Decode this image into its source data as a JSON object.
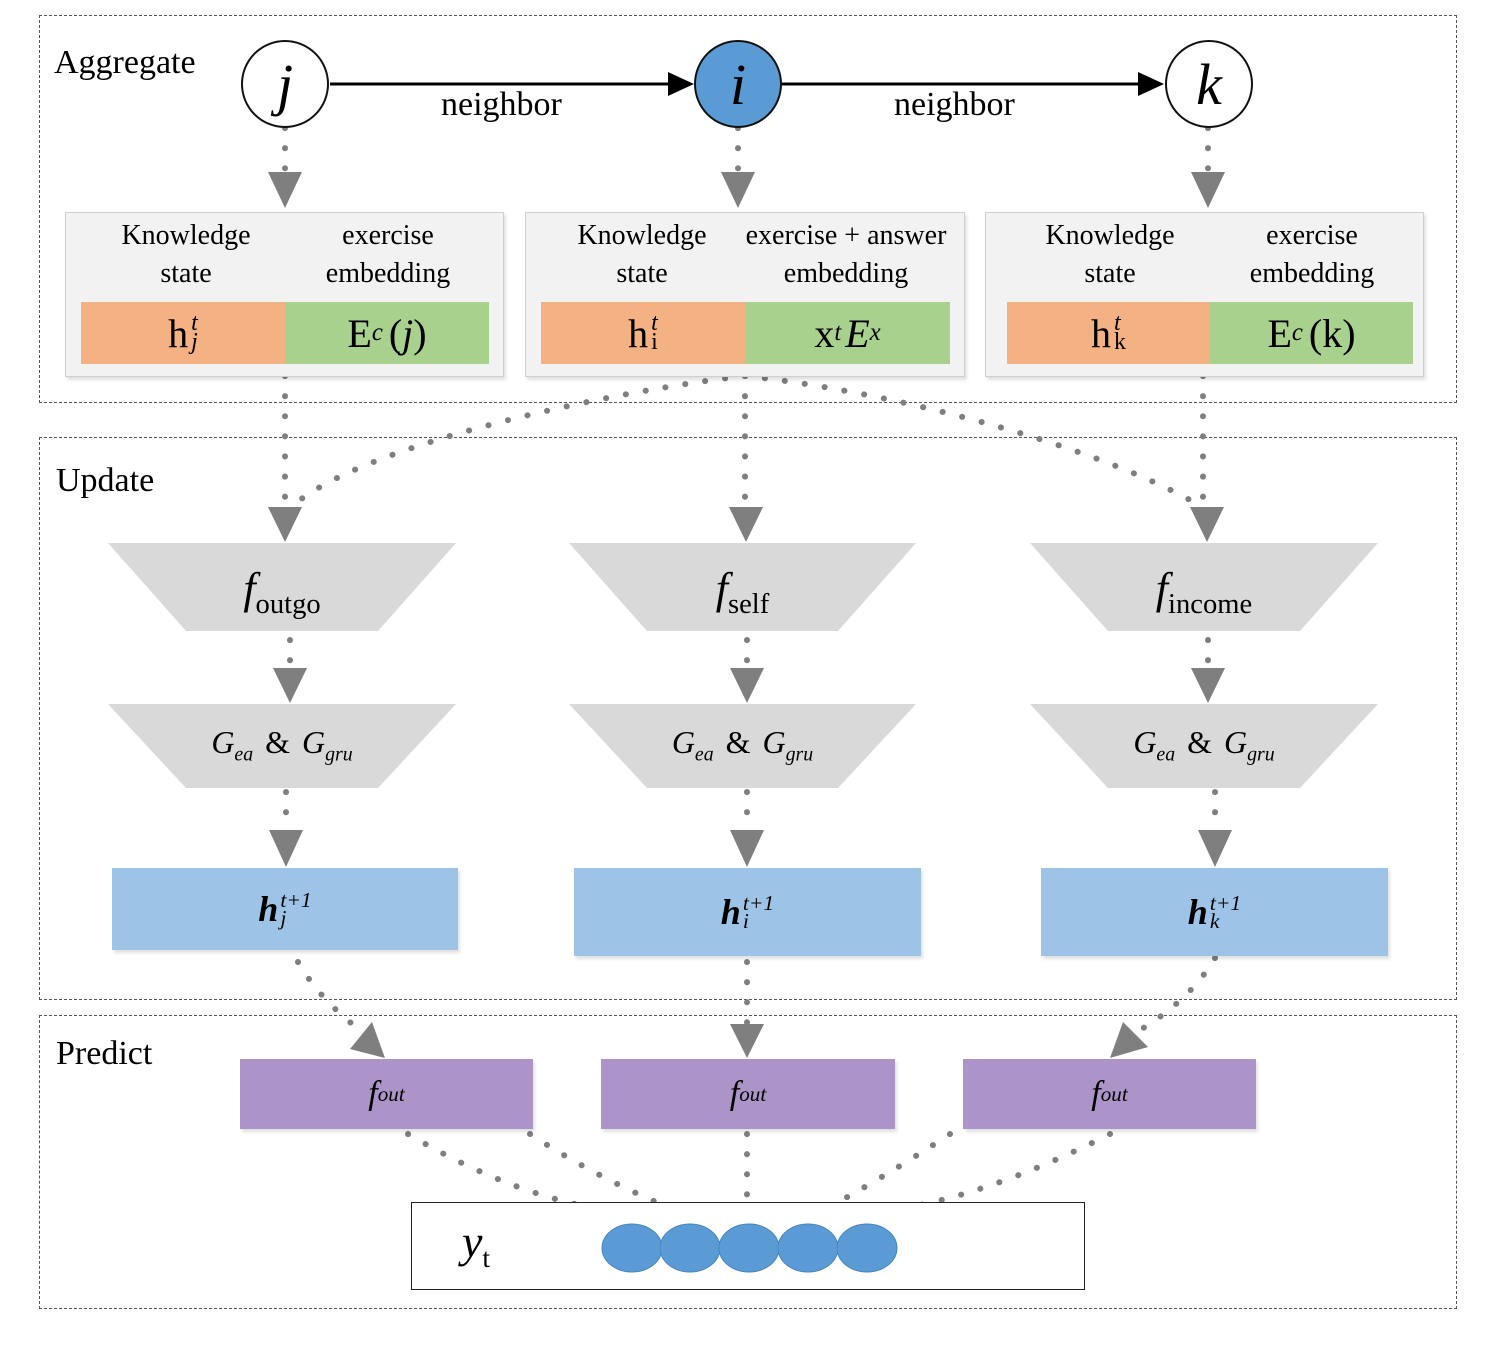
{
  "panels": {
    "aggregate": "Aggregate",
    "update": "Update",
    "predict": "Predict"
  },
  "nodes": {
    "left": "j",
    "center": "i",
    "right": "k"
  },
  "edges": {
    "left_label": "neighbor",
    "right_label": "neighbor"
  },
  "embeddings": {
    "left": {
      "head1_l1": "Knowledge",
      "head1_l2": "state",
      "head2_l1": "exercise",
      "head2_l2": "embedding",
      "h_base": "h",
      "h_sup": "t",
      "h_sub": "j",
      "e_base": "E",
      "e_sub": "c",
      "e_arg_open": "(",
      "e_arg": "j",
      "e_arg_close": ")"
    },
    "center": {
      "head1_l1": "Knowledge",
      "head1_l2": "state",
      "head2_l1": "exercise + answer",
      "head2_l2": "embedding",
      "h_base": "h",
      "h_sup": "t",
      "h_sub": "i",
      "x_base": "x",
      "x_sub": "t",
      "x_E": "E",
      "x_E_sub": "x"
    },
    "right": {
      "head1_l1": "Knowledge",
      "head1_l2": "state",
      "head2_l1": "exercise",
      "head2_l2": "embedding",
      "h_base": "h",
      "h_sup": "t",
      "h_sub": "k",
      "e_base": "E",
      "e_sub": "c",
      "e_arg": "(k)"
    }
  },
  "update_funcs": {
    "f": "f",
    "left_sub": "outgo",
    "center_sub": "self",
    "right_sub": "income"
  },
  "gates": {
    "g1": "G",
    "g1_sub": "ea",
    "amp": "&",
    "g2": "G",
    "g2_sub": "gru"
  },
  "hidden": {
    "base": "h",
    "sup": "t+1",
    "left_sub": "j",
    "center_sub": "i",
    "right_sub": "k"
  },
  "outputs": {
    "f": "f",
    "sub": "out"
  },
  "prediction": {
    "y": "y",
    "y_sub": "t"
  },
  "colors": {
    "node_main": "#5b9bd5",
    "orange": "#f4b183",
    "green": "#a9d18e",
    "trap": "#d9d9d9",
    "hidden": "#9dc3e6",
    "out": "#ac93c8",
    "dots": "#7f7f7f",
    "ellipse": "#5b9bd5"
  }
}
